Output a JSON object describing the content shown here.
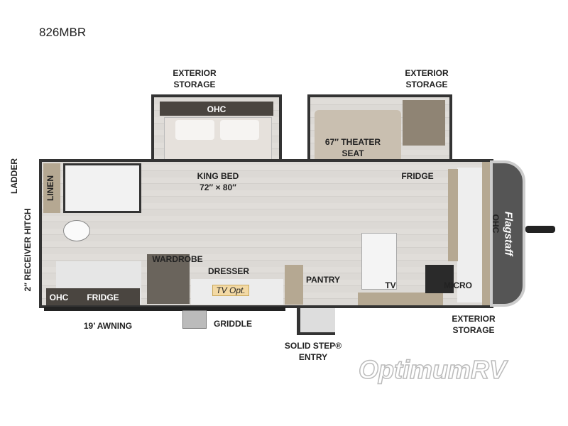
{
  "model": "826MBR",
  "labels": {
    "exterior_storage_bed": "EXTERIOR\nSTORAGE",
    "exterior_storage_living": "EXTERIOR\nSTORAGE",
    "exterior_storage_front": "EXTERIOR\nSTORAGE",
    "ohc_bed": "OHC",
    "king_bed": "KING BED",
    "king_bed_size": "72″ × 80″",
    "theater_seat": "67″ THEATER\nSEAT",
    "fridge_kitchen": "FRIDGE",
    "ladder": "LADDER",
    "receiver_hitch": "2″ RECEIVER HITCH",
    "linen": "LINEN",
    "wardrobe": "WARDROBE",
    "dresser": "DRESSER",
    "tv_opt": "TV Opt.",
    "pantry": "PANTRY",
    "tv": "TV",
    "micro": "MICRO",
    "ohc_front": "OHC",
    "ohc_rear": "OHC",
    "fridge_rear": "FRIDGE",
    "awning": "19’ AWNING",
    "griddle": "GRIDDLE",
    "entry": "SOLID STEP®\nENTRY"
  },
  "logo": "Flagstaff",
  "watermark": "OptimumRV",
  "colors": {
    "floor": "#dcd9d5",
    "wall": "#333333",
    "wood": "#b5a892",
    "tv_tag": "#f3d9a4"
  }
}
